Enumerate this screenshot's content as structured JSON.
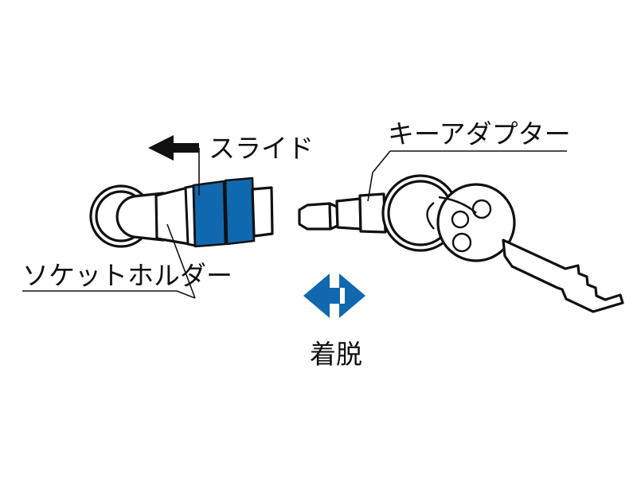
{
  "figure": {
    "title_text_present": false,
    "background_color": "#ffffff",
    "line_color": "#111111",
    "accent_blue": "#1068ae"
  },
  "labels": {
    "slide": "スライド",
    "socket_holder": "ソケットホルダー",
    "key_adapter": "キーアダプター",
    "attach_detach": "着脱"
  },
  "icons": {
    "slide_arrow": "arrow-left-icon",
    "attach_detach_arrow": "arrow-left-right-icon"
  },
  "parts": {
    "left_assembly": {
      "name": "ソケットホルダー",
      "components": [
        "split-ring",
        "neck",
        "body",
        "blue-slide-collar",
        "white-tip"
      ]
    },
    "right_assembly": {
      "name": "キーアダプター",
      "components": [
        "hex-shank",
        "groove",
        "block",
        "key-ring",
        "key"
      ]
    }
  }
}
